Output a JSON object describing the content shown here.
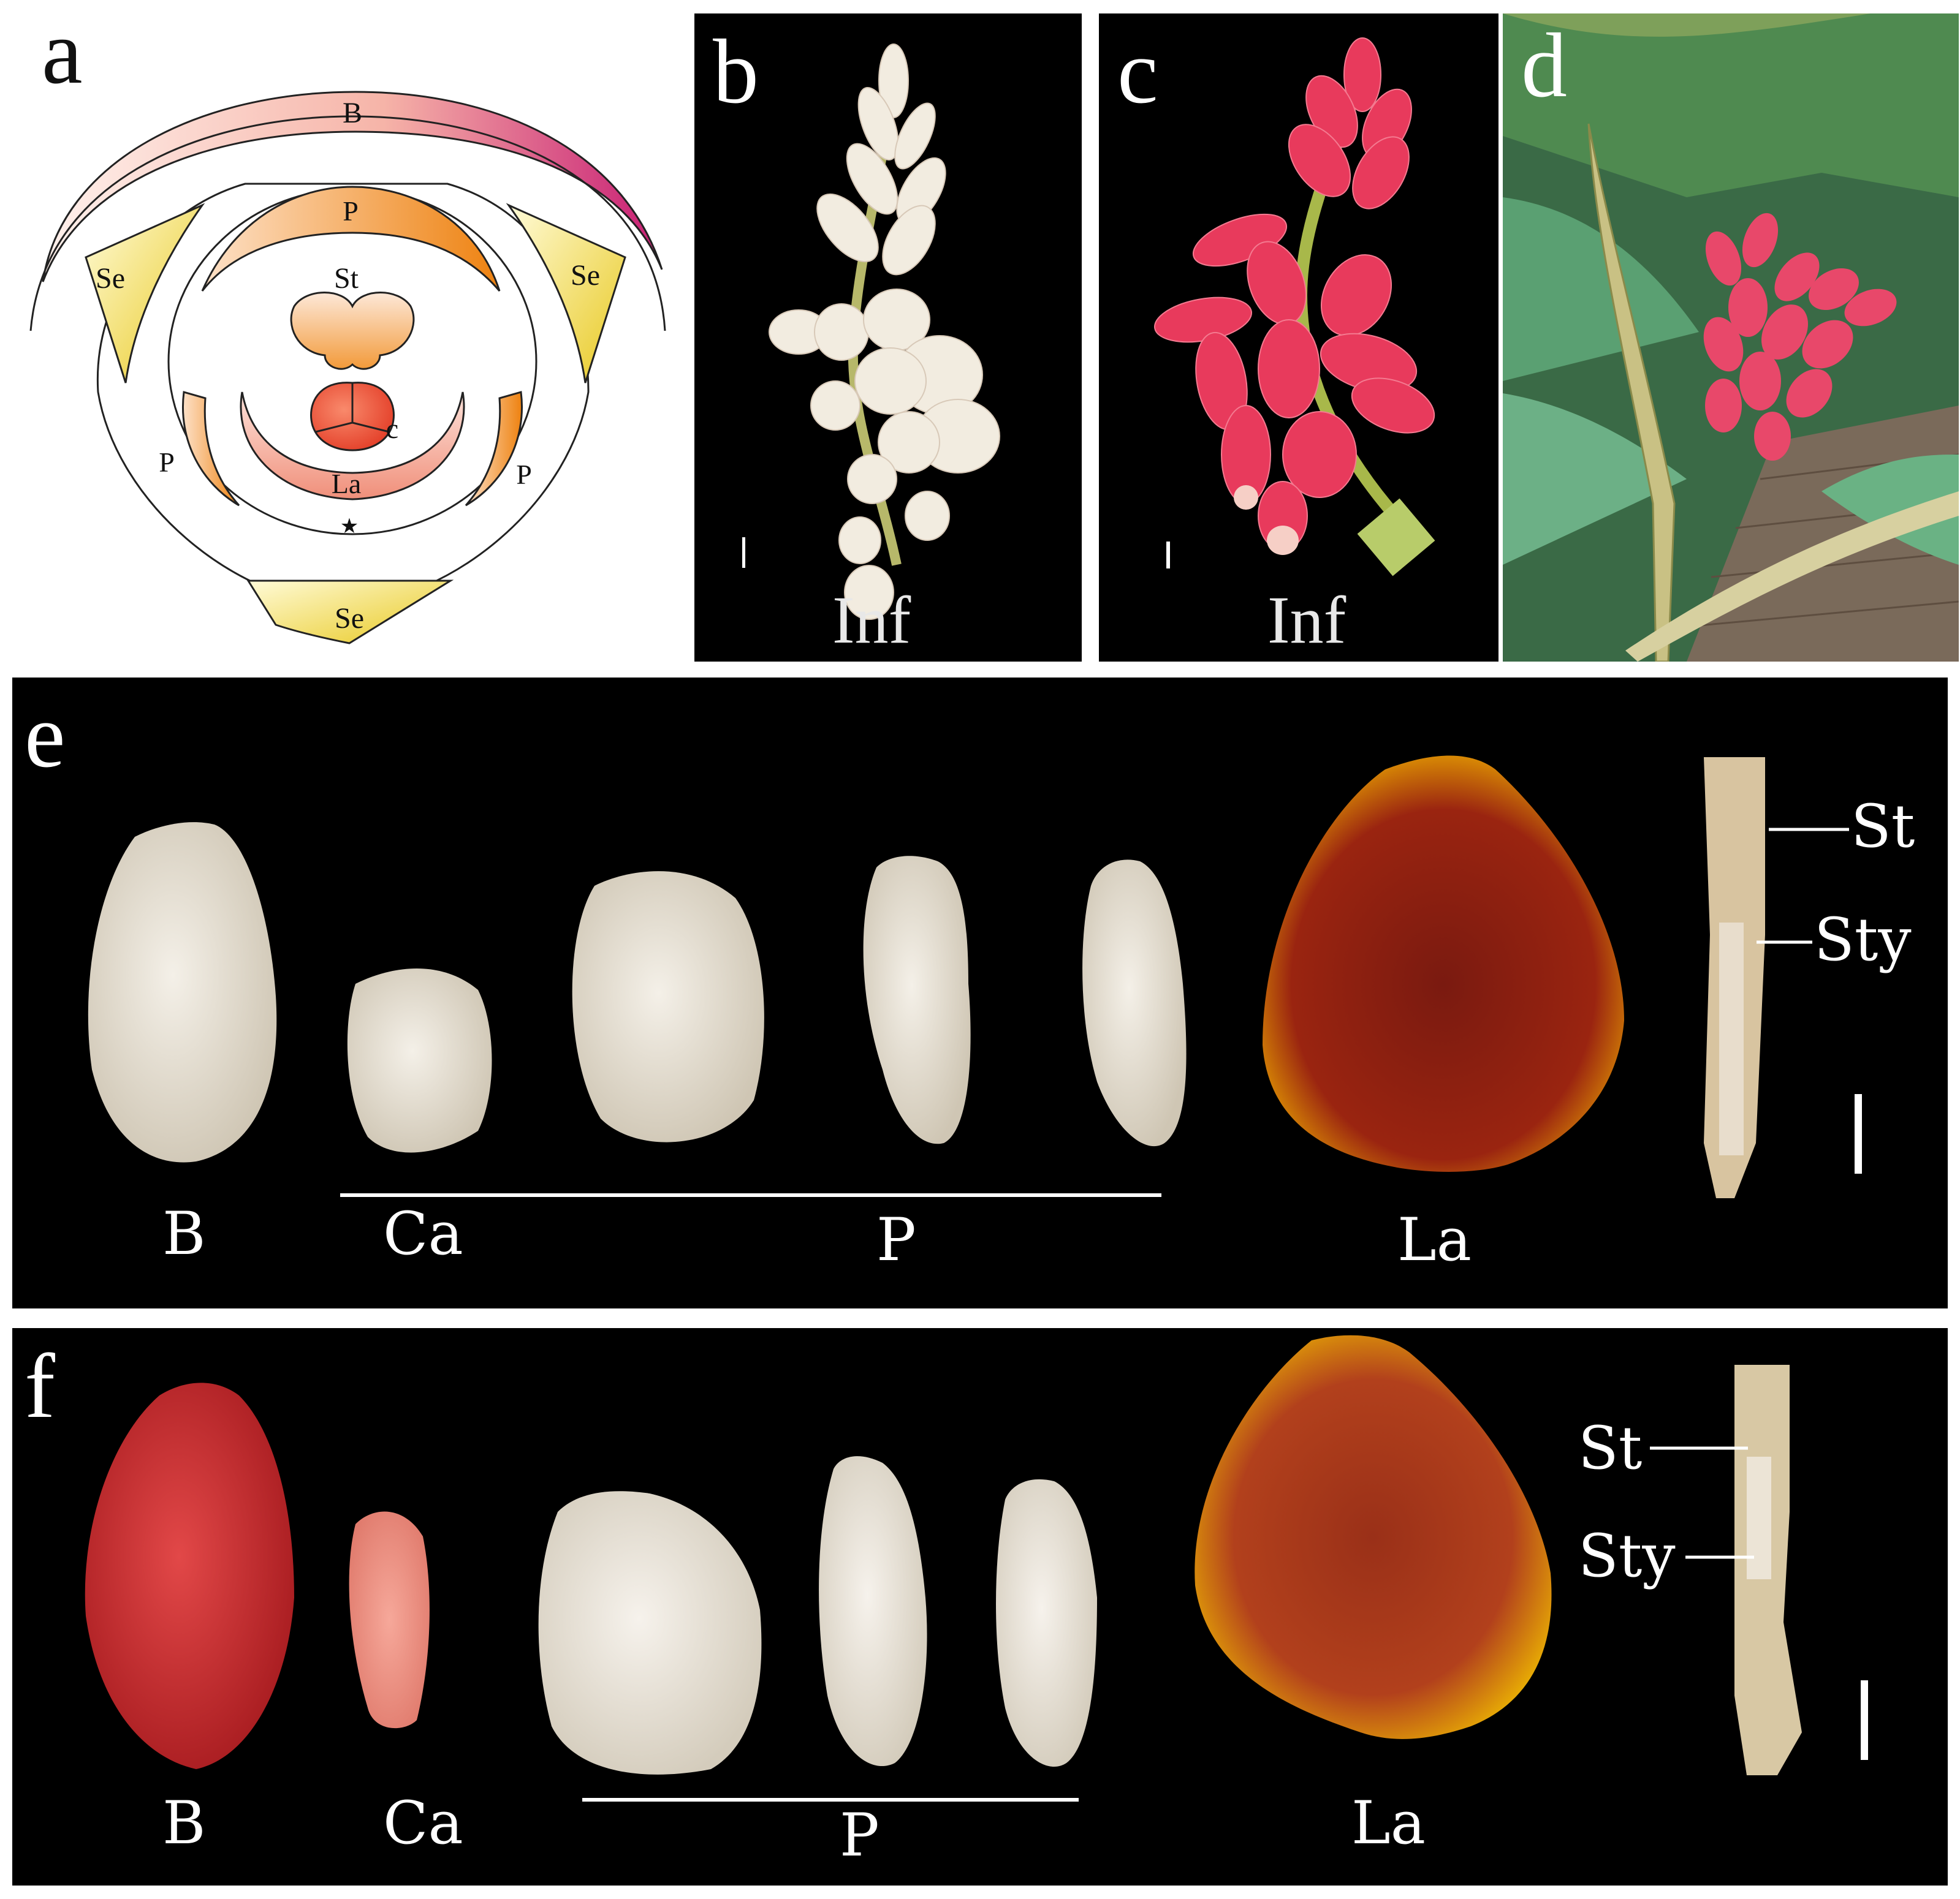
{
  "panel_a": {
    "letter": "a",
    "labels": {
      "B": "B",
      "Se": "Se",
      "P": "P",
      "St": "St",
      "c": "c",
      "La": "La",
      "star": "★"
    }
  },
  "panel_b": {
    "letter": "b",
    "caption": "Inf"
  },
  "panel_c": {
    "letter": "c",
    "caption": "Inf"
  },
  "panel_d": {
    "letter": "d"
  },
  "panel_e": {
    "letter": "e",
    "labels": {
      "B": "B",
      "Ca": "Ca",
      "P": "P",
      "La": "La",
      "St": "St",
      "Sty": "Sty"
    }
  },
  "panel_f": {
    "letter": "f",
    "labels": {
      "B": "B",
      "Ca": "Ca",
      "P": "P",
      "La": "La",
      "St": "St",
      "Sty": "Sty"
    }
  },
  "colors": {
    "bract_pink": "#d0307a",
    "sepal_yellow": "#f2dc3c",
    "petal_orange": "#f08a1a",
    "pink_flower": "#e83a5c",
    "white_flower": "#f2ece0",
    "labellum_red": "#8a1a12",
    "labellum_yellow": "#f0b400"
  }
}
